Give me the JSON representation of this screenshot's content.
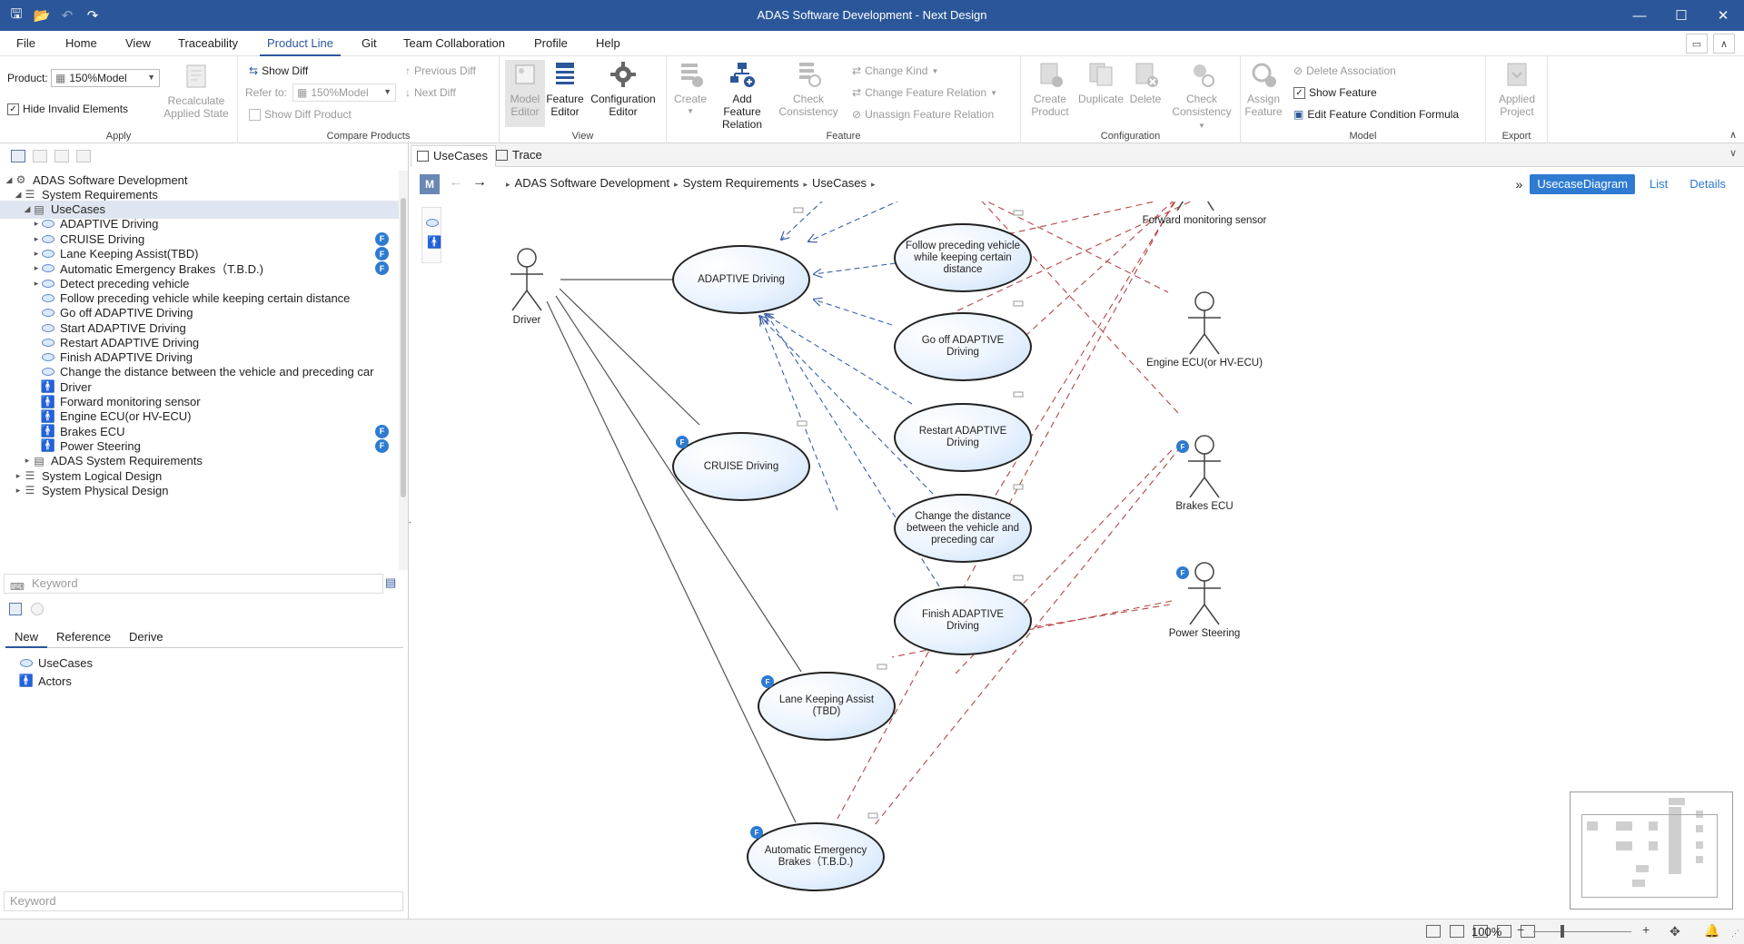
{
  "titlebar": {
    "title": "ADAS Software Development - Next Design"
  },
  "menu": [
    "File",
    "Home",
    "View",
    "Traceability",
    "Product Line",
    "Git",
    "Team Collaboration",
    "Profile",
    "Help"
  ],
  "ribbon": {
    "apply": {
      "product_label": "Product:",
      "product_value": "150%Model",
      "recalc_label": "Recalculate Applied State",
      "hide_invalid": "Hide Invalid Elements",
      "hide_invalid_checked": true,
      "group": "Apply"
    },
    "compare": {
      "show_diff": "Show Diff",
      "refer_to_label": "Refer to:",
      "refer_to_value": "150%Model",
      "show_diff_product": "Show Diff Product",
      "previous_diff": "Previous Diff",
      "next_diff": "Next Diff",
      "group": "Compare Products"
    },
    "view": {
      "model_editor": "Model Editor",
      "feature_editor": "Feature Editor",
      "configuration_editor": "Configuration Editor",
      "group": "View"
    },
    "feature": {
      "create": "Create",
      "add_feature_relation": "Add Feature Relation",
      "check_consistency": "Check Consistency",
      "change_kind": "Change Kind",
      "change_feature_relation": "Change Feature Relation",
      "unassign_feature_relation": "Unassign Feature Relation",
      "group": "Feature"
    },
    "configuration": {
      "create_product": "Create Product",
      "duplicate": "Duplicate",
      "delete": "Delete",
      "check_consistency": "Check Consistency",
      "group": "Configuration"
    },
    "model": {
      "assign_feature": "Assign Feature",
      "delete_association": "Delete Association",
      "show_feature": "Show Feature",
      "show_feature_checked": true,
      "edit_formula": "Edit Feature Condition Formula",
      "group": "Model"
    },
    "export": {
      "applied_project": "Applied Project",
      "group": "Export"
    }
  },
  "tree": {
    "items": [
      {
        "label": "ADAS Software Development",
        "level": 0,
        "expander": "open",
        "icon": "project-icon"
      },
      {
        "label": "System Requirements",
        "level": 1,
        "expander": "open",
        "icon": "list-icon"
      },
      {
        "label": "UseCases",
        "level": 2,
        "expander": "open",
        "icon": "diagram-icon",
        "selected": true
      },
      {
        "label": "ADAPTIVE Driving",
        "level": 3,
        "expander": "closed",
        "icon": "usecase-icon"
      },
      {
        "label": "CRUISE Driving",
        "level": 3,
        "expander": "closed",
        "icon": "usecase-icon",
        "badge": "F"
      },
      {
        "label": "Lane Keeping Assist(TBD)",
        "level": 3,
        "expander": "closed",
        "icon": "usecase-icon",
        "badge": "F"
      },
      {
        "label": "Automatic Emergency Brakes（T.B.D.)",
        "level": 3,
        "expander": "closed",
        "icon": "usecase-icon",
        "badge": "F"
      },
      {
        "label": "Detect preceding vehicle",
        "level": 3,
        "expander": "closed",
        "icon": "usecase-icon"
      },
      {
        "label": "Follow preceding vehicle while keeping certain distance",
        "level": 3,
        "icon": "usecase-icon"
      },
      {
        "label": "Go off ADAPTIVE Driving",
        "level": 3,
        "icon": "usecase-icon"
      },
      {
        "label": "Start ADAPTIVE Driving",
        "level": 3,
        "icon": "usecase-icon"
      },
      {
        "label": "Restart ADAPTIVE Driving",
        "level": 3,
        "icon": "usecase-icon"
      },
      {
        "label": "Finish ADAPTIVE Driving",
        "level": 3,
        "icon": "usecase-icon"
      },
      {
        "label": "Change the distance between the vehicle and preceding car",
        "level": 3,
        "icon": "usecase-icon"
      },
      {
        "label": "Driver",
        "level": 3,
        "icon": "actor-icon"
      },
      {
        "label": "Forward monitoring sensor",
        "level": 3,
        "icon": "actor-icon"
      },
      {
        "label": "Engine ECU(or HV-ECU)",
        "level": 3,
        "icon": "actor-icon"
      },
      {
        "label": "Brakes ECU",
        "level": 3,
        "icon": "actor-icon",
        "badge": "F"
      },
      {
        "label": "Power Steering",
        "level": 3,
        "icon": "actor-icon",
        "badge": "F"
      },
      {
        "label": "ADAS System Requirements",
        "level": 2,
        "expander": "closed",
        "icon": "diagram-icon"
      },
      {
        "label": "System Logical Design",
        "level": 1,
        "expander": "closed",
        "icon": "list-icon"
      },
      {
        "label": "System Physical Design",
        "level": 1,
        "expander": "closed",
        "icon": "list-icon"
      }
    ],
    "keyword_placeholder": "Keyword"
  },
  "lower_panel": {
    "tabs": [
      "New",
      "Reference",
      "Derive"
    ],
    "active_tab": "New",
    "items": [
      {
        "label": "UseCases",
        "icon": "usecase-icon"
      },
      {
        "label": "Actors",
        "icon": "actor-icon"
      }
    ],
    "keyword_placeholder": "Keyword"
  },
  "doc_tabs": [
    "UseCases",
    "Trace"
  ],
  "breadcrumb": {
    "m_label": "M",
    "items": [
      "ADAS Software Development",
      "System Requirements",
      "UseCases"
    ]
  },
  "view_switch": {
    "more": "»",
    "items": [
      "UsecaseDiagram",
      "List",
      "Details"
    ],
    "active": "UsecaseDiagram"
  },
  "diagram": {
    "actors": [
      "Driver",
      "Forward monitoring sensor",
      "Engine ECU(or HV-ECU)",
      "Brakes ECU",
      "Power Steering"
    ],
    "usecases": [
      "ADAPTIVE Driving",
      "CRUISE Driving",
      "Follow preceding vehicle while keeping certain distance",
      "Go off ADAPTIVE Driving",
      "Restart ADAPTIVE Driving",
      "Change the distance between the vehicle and preceding car",
      "Finish ADAPTIVE Driving",
      "Lane Keeping Assist (TBD)",
      "Automatic Emergency Brakes（T.B.D.)"
    ],
    "badge": "F"
  },
  "status": {
    "zoom": "100%"
  }
}
